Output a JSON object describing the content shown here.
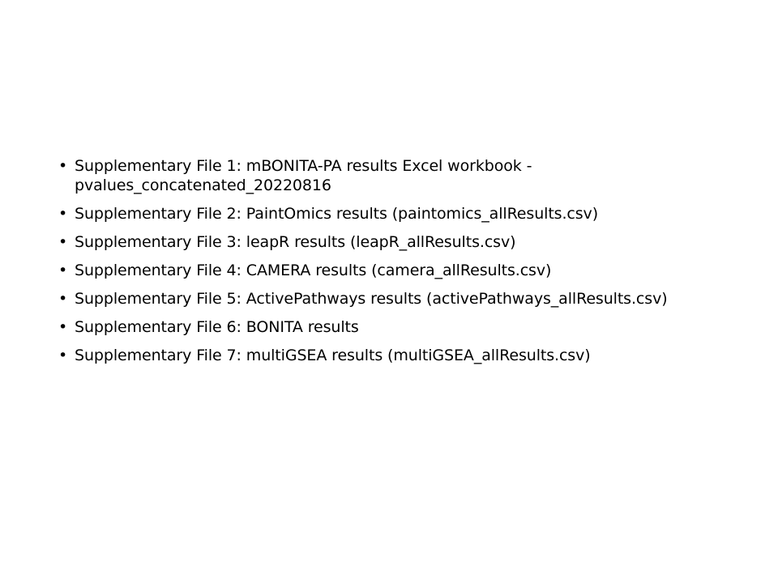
{
  "slide": {
    "bullet_symbol": "•",
    "items": [
      {
        "text": "Supplementary File 1: mBONITA-PA results Excel workbook - pvalues_concatenated_20220816"
      },
      {
        "text": "Supplementary File 2: PaintOmics results (paintomics_allResults.csv)"
      },
      {
        "text": "Supplementary File 3: leapR results (leapR_allResults.csv)"
      },
      {
        "text": "Supplementary File 4: CAMERA results (camera_allResults.csv)"
      },
      {
        "text": "Supplementary File 5: ActivePathways results (activePathways_allResults.csv)"
      },
      {
        "text": "Supplementary File 6: BONITA results"
      },
      {
        "text": "Supplementary File 7: multiGSEA results (multiGSEA_allResults.csv)"
      }
    ]
  }
}
